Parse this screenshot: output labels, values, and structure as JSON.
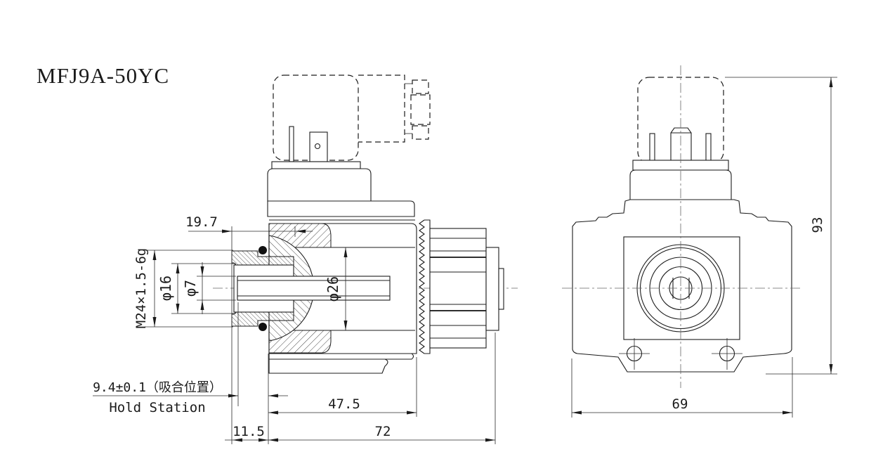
{
  "title": "MFJ9A-50YC",
  "side_view": {
    "dims": {
      "top_width": "19.7",
      "thread": "M24×1.5-6g",
      "bore_outer": "φ16",
      "bore_inner": "φ7",
      "coil_bore": "φ26",
      "hold_cn": "9.4±0.1（吸合位置）",
      "hold_en": "Hold Station",
      "nut_offset": "11.5",
      "body_len": "47.5",
      "total_len": "72"
    }
  },
  "front_view": {
    "dims": {
      "width": "69",
      "height": "93"
    }
  },
  "colors": {
    "line": "#1c1c1c",
    "background": "#ffffff"
  }
}
